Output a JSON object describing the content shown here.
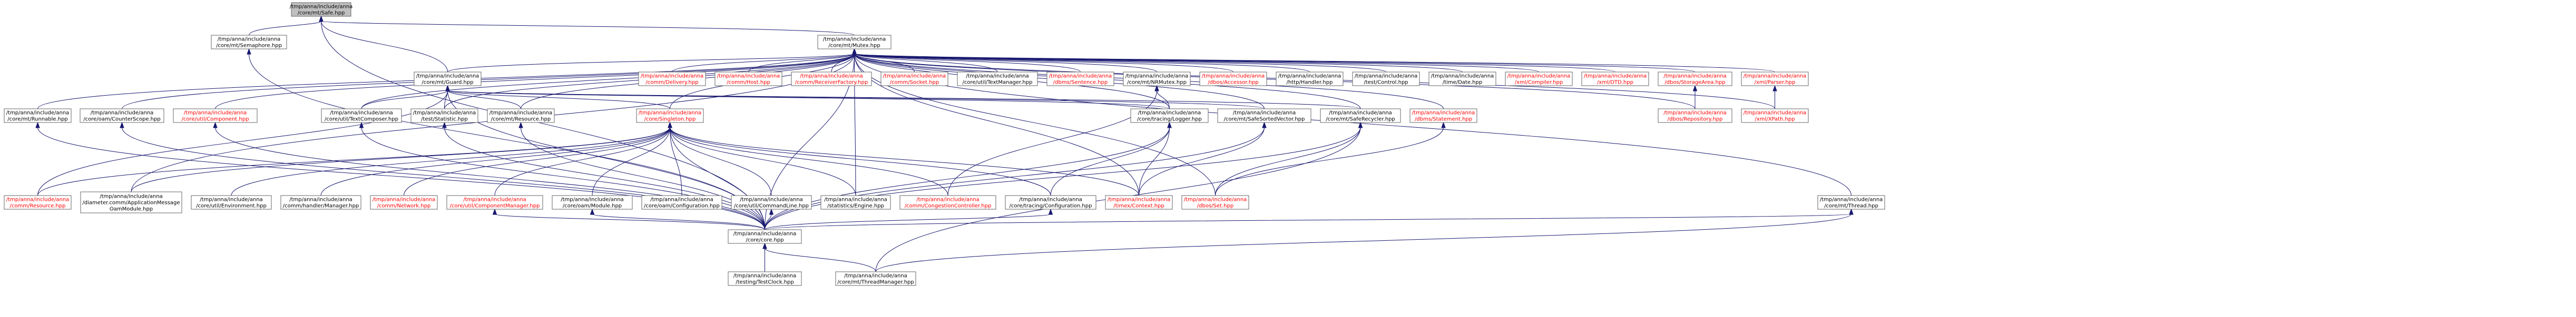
{
  "colors": {
    "edge": "#191970",
    "node_border": "#666666",
    "root_fill": "#bfbfbf",
    "node_fill": "#ffffff",
    "red_text": "#ff0000"
  },
  "nodes": [
    {
      "id": "safe",
      "label": [
        "/tmp/anna/include/anna",
        "/core/mt/Safe.hpp"
      ],
      "root": true
    },
    {
      "id": "semaphore",
      "label": [
        "/tmp/anna/include/anna",
        "/core/mt/Semaphore.hpp"
      ]
    },
    {
      "id": "mutex",
      "label": [
        "/tmp/anna/include/anna",
        "/core/mt/Mutex.hpp"
      ]
    },
    {
      "id": "guard",
      "label": [
        "/tmp/anna/include/anna",
        "/core/mt/Guard.hpp"
      ]
    },
    {
      "id": "runnable",
      "label": [
        "/tmp/anna/include/anna",
        "/core/mt/Runnable.hpp"
      ]
    },
    {
      "id": "counterscope",
      "label": [
        "/tmp/anna/include/anna",
        "/core/oam/CounterScope.hpp"
      ]
    },
    {
      "id": "component",
      "label": [
        "/tmp/anna/include/anna",
        "/core/util/Component.hpp"
      ],
      "red": true
    },
    {
      "id": "textcomposer",
      "label": [
        "/tmp/anna/include/anna",
        "/core/util/TextComposer.hpp"
      ]
    },
    {
      "id": "statistic",
      "label": [
        "/tmp/anna/include/anna",
        "/test/Statistic.hpp"
      ]
    },
    {
      "id": "resource",
      "label": [
        "/tmp/anna/include/anna",
        "/core/mt/Resource.hpp"
      ]
    },
    {
      "id": "singleton",
      "label": [
        "/tmp/anna/include/anna",
        "/core/Singleton.hpp"
      ],
      "red": true
    },
    {
      "id": "delivery",
      "label": [
        "/tmp/anna/include/anna",
        "/comm/Delivery.hpp"
      ],
      "red": true
    },
    {
      "id": "host",
      "label": [
        "/tmp/anna/include/anna",
        "/comm/Host.hpp"
      ],
      "red": true
    },
    {
      "id": "receiverfactory",
      "label": [
        "/tmp/anna/include/anna",
        "/comm/ReceiverFactory.hpp"
      ],
      "red": true
    },
    {
      "id": "socket",
      "label": [
        "/tmp/anna/include/anna",
        "/comm/Socket.hpp"
      ],
      "red": true
    },
    {
      "id": "textmanager",
      "label": [
        "/tmp/anna/include/anna",
        "/core/util/TextManager.hpp"
      ]
    },
    {
      "id": "sentence",
      "label": [
        "/tmp/anna/include/anna",
        "/dbms/Sentence.hpp"
      ],
      "red": true
    },
    {
      "id": "nrmutex",
      "label": [
        "/tmp/anna/include/anna",
        "/core/mt/NRMutex.hpp"
      ]
    },
    {
      "id": "tracelogger",
      "label": [
        "/tmp/anna/include/anna",
        "/core/tracing/Logger.hpp"
      ]
    },
    {
      "id": "dbaccessor",
      "label": [
        "/tmp/anna/include/anna",
        "/dbos/Accessor.hpp"
      ],
      "red": true
    },
    {
      "id": "safesortedvector",
      "label": [
        "/tmp/anna/include/anna",
        "/core/mt/SafeSortedVector.hpp"
      ]
    },
    {
      "id": "saferecycler",
      "label": [
        "/tmp/anna/include/anna",
        "/core/mt/SafeRecycler.hpp"
      ]
    },
    {
      "id": "httphandler",
      "label": [
        "/tmp/anna/include/anna",
        "/http/Handler.hpp"
      ]
    },
    {
      "id": "statement",
      "label": [
        "/tmp/anna/include/anna",
        "/dbms/Statement.hpp"
      ],
      "red": true
    },
    {
      "id": "testcontrol",
      "label": [
        "/tmp/anna/include/anna",
        "/test/Control.hpp"
      ]
    },
    {
      "id": "timedate",
      "label": [
        "/tmp/anna/include/anna",
        "/time/Date.hpp"
      ]
    },
    {
      "id": "compiler",
      "label": [
        "/tmp/anna/include/anna",
        "/xml/Compiler.hpp"
      ],
      "red": true
    },
    {
      "id": "dtd",
      "label": [
        "/tmp/anna/include/anna",
        "/xml/DTD.hpp"
      ],
      "red": true
    },
    {
      "id": "storagearea",
      "label": [
        "/tmp/anna/include/anna",
        "/dbos/StorageArea.hpp"
      ],
      "red": true
    },
    {
      "id": "parser",
      "label": [
        "/tmp/anna/include/anna",
        "/xml/Parser.hpp"
      ],
      "red": true
    },
    {
      "id": "repository",
      "label": [
        "/tmp/anna/include/anna",
        "/dbos/Repository.hpp"
      ],
      "red": true
    },
    {
      "id": "xpath",
      "label": [
        "/tmp/anna/include/anna",
        "/xml/XPath.hpp"
      ],
      "red": true
    },
    {
      "id": "thread",
      "label": [
        "/tmp/anna/include/anna",
        "/core/mt/Thread.hpp"
      ]
    },
    {
      "id": "commresource",
      "label": [
        "/tmp/anna/include/anna",
        "/comm/Resource.hpp"
      ],
      "red": true
    },
    {
      "id": "appmsgoam",
      "label": [
        "/tmp/anna/include/anna",
        "/diameter.comm/ApplicationMessage",
        "OamModule.hpp"
      ]
    },
    {
      "id": "environment",
      "label": [
        "/tmp/anna/include/anna",
        "/core/util/Environment.hpp"
      ]
    },
    {
      "id": "handlermanager",
      "label": [
        "/tmp/anna/include/anna",
        "/comm/handler/Manager.hpp"
      ]
    },
    {
      "id": "network",
      "label": [
        "/tmp/anna/include/anna",
        "/comm/Network.hpp"
      ],
      "red": true
    },
    {
      "id": "componentmanager",
      "label": [
        "/tmp/anna/include/anna",
        "/core/util/ComponentManager.hpp"
      ],
      "red": true
    },
    {
      "id": "modulemanager",
      "label": [
        "/tmp/anna/include/anna",
        "/core/oam/Module.hpp"
      ]
    },
    {
      "id": "configuration",
      "label": [
        "/tmp/anna/include/anna",
        "/core/oam/Configuration.hpp"
      ]
    },
    {
      "id": "commandline",
      "label": [
        "/tmp/anna/include/anna",
        "/core/util/CommandLine.hpp"
      ]
    },
    {
      "id": "statengine",
      "label": [
        "/tmp/anna/include/anna",
        "/statistics/Engine.hpp"
      ]
    },
    {
      "id": "congestion",
      "label": [
        "/tmp/anna/include/anna",
        "/comm/CongestionController.hpp"
      ],
      "red": true
    },
    {
      "id": "tracingconfig",
      "label": [
        "/tmp/anna/include/anna",
        "/core/tracing/Configuration.hpp"
      ]
    },
    {
      "id": "timexcontext",
      "label": [
        "/tmp/anna/include/anna",
        "/timex/Context.hpp"
      ],
      "red": true
    },
    {
      "id": "dbosset",
      "label": [
        "/tmp/anna/include/anna",
        "/dbos/Set.hpp"
      ],
      "red": true
    },
    {
      "id": "core",
      "label": [
        "/tmp/anna/include/anna",
        "/core/core.hpp"
      ]
    },
    {
      "id": "testclock",
      "label": [
        "/tmp/anna/include/anna",
        "/testing/TestClock.hpp"
      ]
    },
    {
      "id": "threadmanager",
      "label": [
        "/tmp/anna/include/anna",
        "/core/mt/ThreadManager.hpp"
      ]
    }
  ],
  "edges": [
    [
      "safe",
      "semaphore"
    ],
    [
      "safe",
      "mutex"
    ],
    [
      "safe",
      "guard"
    ],
    [
      "safe",
      "core"
    ],
    [
      "semaphore",
      "core"
    ],
    [
      "mutex",
      "guard"
    ],
    [
      "mutex",
      "runnable"
    ],
    [
      "mutex",
      "counterscope"
    ],
    [
      "mutex",
      "component"
    ],
    [
      "mutex",
      "textcomposer"
    ],
    [
      "mutex",
      "statistic"
    ],
    [
      "mutex",
      "resource"
    ],
    [
      "mutex",
      "singleton"
    ],
    [
      "mutex",
      "delivery"
    ],
    [
      "mutex",
      "host"
    ],
    [
      "mutex",
      "receiverfactory"
    ],
    [
      "mutex",
      "socket"
    ],
    [
      "mutex",
      "textmanager"
    ],
    [
      "mutex",
      "sentence"
    ],
    [
      "mutex",
      "nrmutex"
    ],
    [
      "mutex",
      "dbaccessor"
    ],
    [
      "mutex",
      "safesortedvector"
    ],
    [
      "mutex",
      "saferecycler"
    ],
    [
      "mutex",
      "httphandler"
    ],
    [
      "mutex",
      "statement"
    ],
    [
      "mutex",
      "testcontrol"
    ],
    [
      "mutex",
      "timedate"
    ],
    [
      "mutex",
      "compiler"
    ],
    [
      "mutex",
      "dtd"
    ],
    [
      "mutex",
      "storagearea"
    ],
    [
      "mutex",
      "parser"
    ],
    [
      "mutex",
      "thread"
    ],
    [
      "mutex",
      "core"
    ],
    [
      "mutex",
      "appmsgoam"
    ],
    [
      "mutex",
      "statengine"
    ],
    [
      "mutex",
      "timexcontext"
    ],
    [
      "mutex",
      "dbosset"
    ],
    [
      "mutex",
      "repository"
    ],
    [
      "mutex",
      "xpath"
    ],
    [
      "mutex",
      "tracelogger"
    ],
    [
      "guard",
      "textcomposer"
    ],
    [
      "guard",
      "statistic"
    ],
    [
      "guard",
      "resource"
    ],
    [
      "guard",
      "singleton"
    ],
    [
      "guard",
      "tracelogger"
    ],
    [
      "guard",
      "safesortedvector"
    ],
    [
      "guard",
      "saferecycler"
    ],
    [
      "guard",
      "commresource"
    ],
    [
      "guard",
      "core"
    ],
    [
      "runnable",
      "core"
    ],
    [
      "counterscope",
      "core"
    ],
    [
      "component",
      "core"
    ],
    [
      "textcomposer",
      "core"
    ],
    [
      "statistic",
      "core"
    ],
    [
      "resource",
      "core"
    ],
    [
      "singleton",
      "commresource"
    ],
    [
      "singleton",
      "appmsgoam"
    ],
    [
      "singleton",
      "environment"
    ],
    [
      "singleton",
      "handlermanager"
    ],
    [
      "singleton",
      "network"
    ],
    [
      "singleton",
      "componentmanager"
    ],
    [
      "singleton",
      "modulemanager"
    ],
    [
      "singleton",
      "configuration"
    ],
    [
      "singleton",
      "commandline"
    ],
    [
      "singleton",
      "statengine"
    ],
    [
      "singleton",
      "congestion"
    ],
    [
      "singleton",
      "tracingconfig"
    ],
    [
      "singleton",
      "timexcontext"
    ],
    [
      "singleton",
      "core"
    ],
    [
      "nrmutex",
      "tracelogger"
    ],
    [
      "nrmutex",
      "congestion"
    ],
    [
      "tracelogger",
      "tracingconfig"
    ],
    [
      "tracelogger",
      "timexcontext"
    ],
    [
      "tracelogger",
      "core"
    ],
    [
      "safesortedvector",
      "timexcontext"
    ],
    [
      "safesortedvector",
      "core"
    ],
    [
      "saferecycler",
      "core"
    ],
    [
      "saferecycler",
      "threadmanager"
    ],
    [
      "saferecycler",
      "dbosset"
    ],
    [
      "statement",
      "dbosset"
    ],
    [
      "storagearea",
      "repository"
    ],
    [
      "parser",
      "xpath"
    ],
    [
      "thread",
      "core"
    ],
    [
      "thread",
      "threadmanager"
    ],
    [
      "componentmanager",
      "core"
    ],
    [
      "modulemanager",
      "core"
    ],
    [
      "commandline",
      "core"
    ],
    [
      "tracingconfig",
      "core"
    ],
    [
      "core",
      "testclock"
    ],
    [
      "core",
      "threadmanager"
    ]
  ]
}
